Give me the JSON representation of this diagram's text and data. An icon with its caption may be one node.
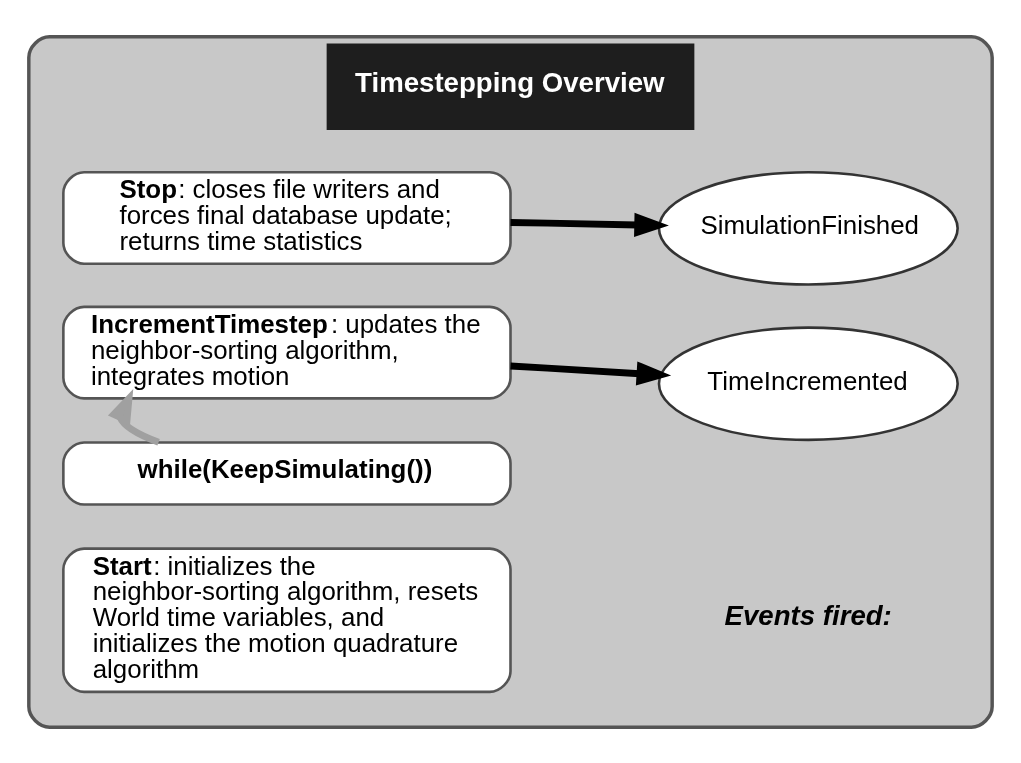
{
  "diagram": {
    "nodes": [
      {
        "text": [
          "Timestepping Overview"
        ]
      },
      {
        "text": [
          "**Start**: initializes the neighbor-sorting algorithm, resets World time variables, and initializes the motion quadrature algorithm"
        ],
        "in": 0
      },
      {
        "text": [
          "while(KeepSimulating())"
        ],
        "in": 0
      },
      {
        "text": [
          "**IncrementTimestep**: updates the neighbor-sorting algorithm, integrates motion"
        ],
        "in": 0
      },
      {
        "text": [
          "**Stop**: closes file writers and forces final database update; returns time statistics"
        ],
        "in": 0
      },
      {
        "text": [
          "TimeIncremented"
        ],
        "in": 0
      },
      {
        "text": [
          "SimulationFinished"
        ],
        "in": 0
      }
    ],
    "edges": [
      {
        "from": 2,
        "to": 3,
        "arrow": "to",
        "color": "#a0a0a0"
      },
      {
        "from": 3,
        "to": 5,
        "arrow": "to"
      },
      {
        "from": 4,
        "to": 6,
        "arrow": "to"
      }
    ],
    "labels": [
      "Events fired:"
    ]
  }
}
